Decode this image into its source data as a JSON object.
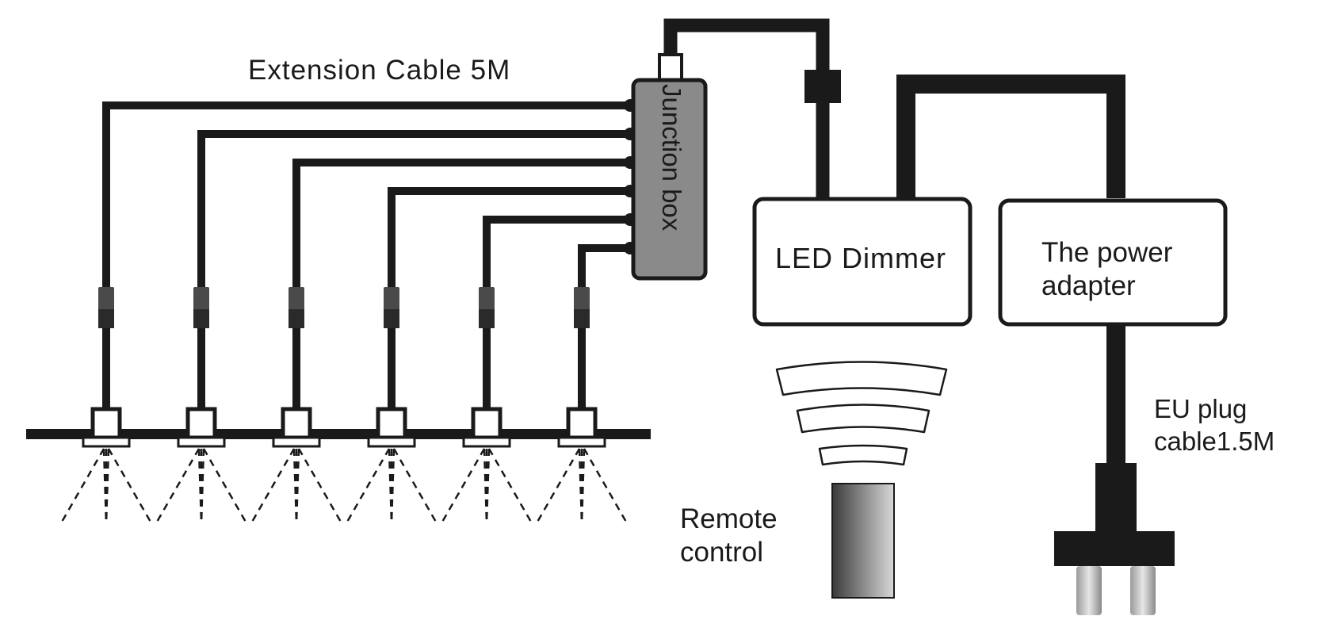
{
  "labels": {
    "extension_cable": "Extension Cable 5M",
    "junction_box": "Junction box",
    "led_dimmer": "LED Dimmer",
    "power_adapter_line1": "The power",
    "power_adapter_line2": "adapter",
    "eu_plug_line1": "EU plug",
    "eu_plug_line2": "cable1.5M",
    "remote_line1": "Remote",
    "remote_line2": "control"
  },
  "spotlight_count": 6,
  "colors": {
    "line": "#1a1a1a",
    "junction_box_fill": "#8a8a8a",
    "connector_gray": "#4a4a4a"
  }
}
